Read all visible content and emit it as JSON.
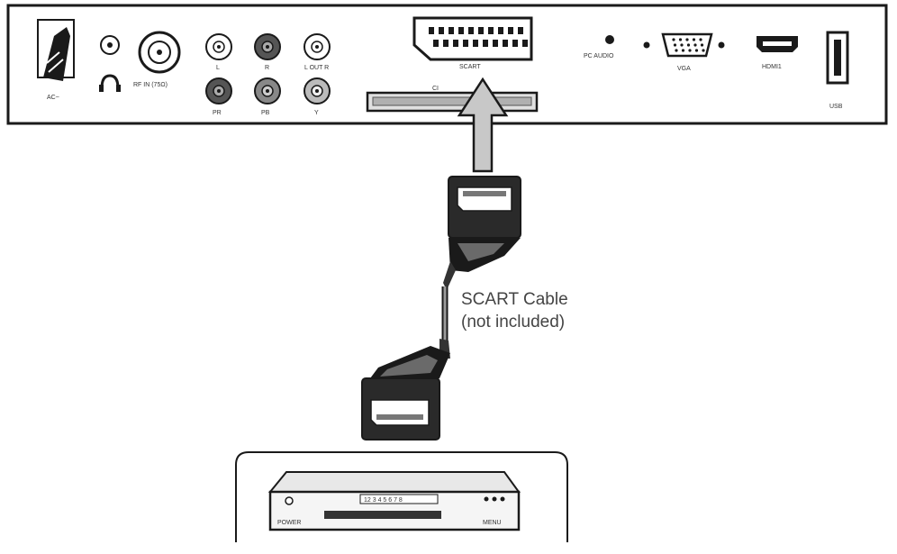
{
  "tv_panel": {
    "ports": {
      "ac": "AC~",
      "rf": "RF IN (75Ω)",
      "audio_l": "L",
      "audio_r": "R",
      "lr_out": "L OUT R",
      "pr": "PR",
      "pb": "PB",
      "y": "Y",
      "scart": "SCART",
      "ci": "CI",
      "pc_audio": "PC AUDIO",
      "vga": "VGA",
      "hdmi": "HDMI1",
      "usb": "USB"
    }
  },
  "cable": {
    "label_line1": "SCART Cable",
    "label_line2": "(not included)"
  },
  "device": {
    "display_text": "12 3 4 5 6 7 8",
    "left_caption": "POWER",
    "right_caption": "MENU"
  },
  "colors": {
    "outline": "#1a1a1a",
    "arrow_fill": "#c8c8c8",
    "connector_fill": "#2a2a2a"
  }
}
